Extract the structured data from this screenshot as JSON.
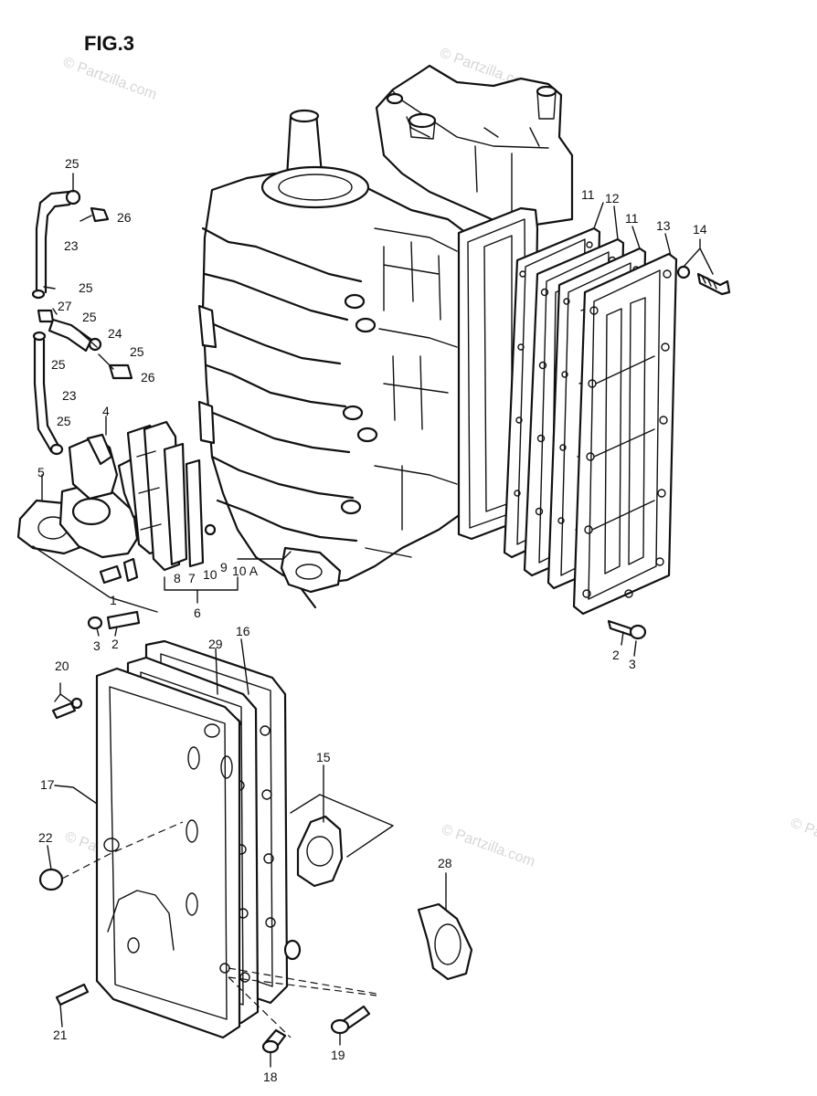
{
  "figure": {
    "title": "FIG.3"
  },
  "watermark": "© Partzilla.com",
  "callouts": {
    "p1": "1",
    "p2a": "2",
    "p2b": "2",
    "p3a": "3",
    "p3b": "3",
    "p4": "4",
    "p5": "5",
    "p6": "6",
    "p7": "7",
    "p8": "8",
    "p9": "9",
    "p10": "10",
    "p10a": "10 A",
    "p11a": "11",
    "p11b": "11",
    "p12": "12",
    "p13": "13",
    "p14": "14",
    "p15": "15",
    "p16": "16",
    "p17": "17",
    "p18": "18",
    "p19": "19",
    "p20": "20",
    "p21": "21",
    "p22": "22",
    "p23a": "23",
    "p23b": "23",
    "p24": "24",
    "p25a": "25",
    "p25b": "25",
    "p25c": "25",
    "p25d": "25",
    "p25e": "25",
    "p25f": "25",
    "p26a": "26",
    "p26b": "26",
    "p27": "27",
    "p28": "28",
    "p29": "29"
  }
}
